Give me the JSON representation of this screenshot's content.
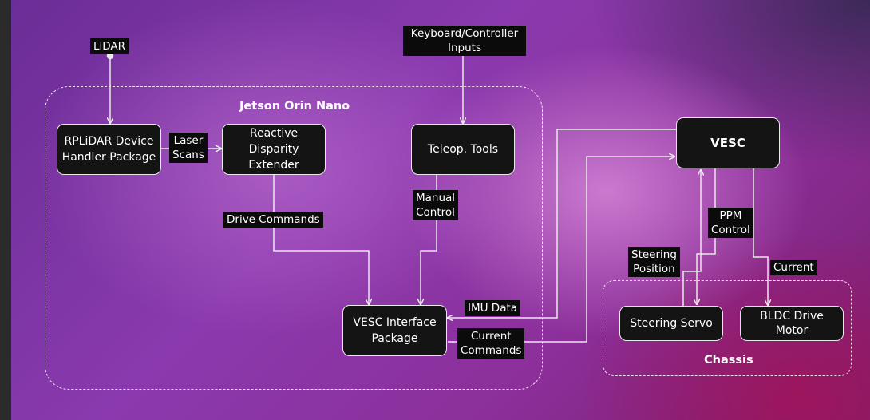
{
  "groups": {
    "jetson": "Jetson Orin Nano",
    "chassis": "Chassis"
  },
  "nodes": {
    "rplidar": "RPLiDAR Device\nHandler Package",
    "rde": "Reactive\nDisparity\nExtender",
    "teleop": "Teleop. Tools",
    "vesc_iface": "VESC Interface\nPackage",
    "vesc": "VESC",
    "servo": "Steering Servo",
    "bldc": "BLDC Drive\nMotor"
  },
  "labels": {
    "lidar": "LiDAR",
    "keyboard": "Keyboard/Controller\nInputs",
    "laser_scans": "Laser\nScans",
    "drive_commands": "Drive Commands",
    "manual_control": "Manual\nControl",
    "imu_data": "IMU Data",
    "current_commands": "Current\nCommands",
    "ppm_control": "PPM\nControl",
    "steering_position": "Steering\nPosition",
    "current": "Current"
  },
  "colors": {
    "box_fill": "#141414",
    "line": "#e9e9e9"
  }
}
